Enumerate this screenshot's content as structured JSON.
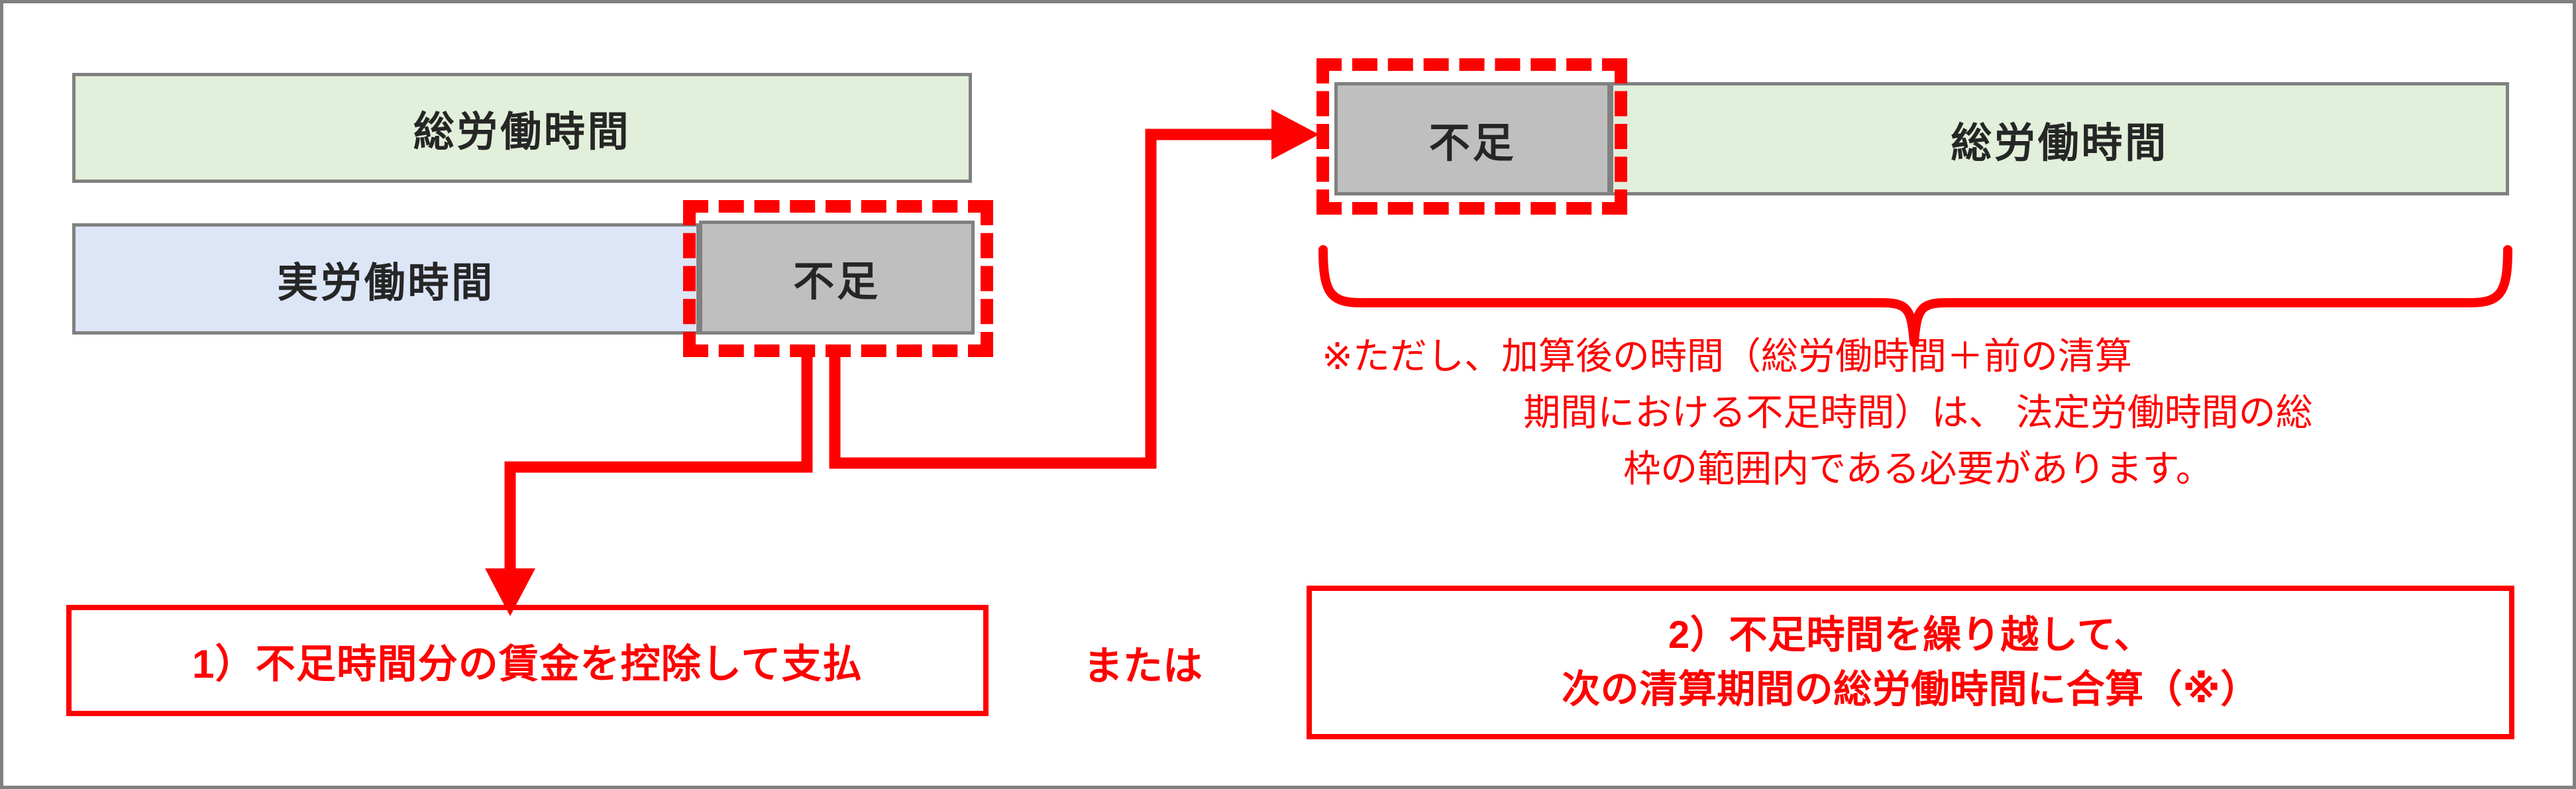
{
  "diagram": {
    "title": "不足時間の取扱い",
    "colors": {
      "accent_red": "#ff0000",
      "bar_green": "#e2efda",
      "bar_blue": "#dce6f7",
      "bar_gray": "#bfbfbf",
      "bar_border_gray": "#808080",
      "text_dark": "#262626"
    }
  },
  "left_group": {
    "total_hours_label": "総労働時間",
    "actual_hours_label": "実労働時間",
    "shortage_label": "不足"
  },
  "right_group": {
    "shortage_label": "不足",
    "total_hours_label": "総労働時間"
  },
  "note": {
    "line_1": "※ただし、加算後の時間（総労働時間＋前の清算",
    "line_2": "期間における不足時間）は、 法定労働時間の総",
    "line_3": "枠の範囲内である必要があります。"
  },
  "options": {
    "option_1": "1）不足時間分の賃金を控除して支払",
    "or_label": "または",
    "option_2_line_1": "2）不足時間を繰り越して、",
    "option_2_line_2": "次の清算期間の総労働時間に合算（※）"
  }
}
